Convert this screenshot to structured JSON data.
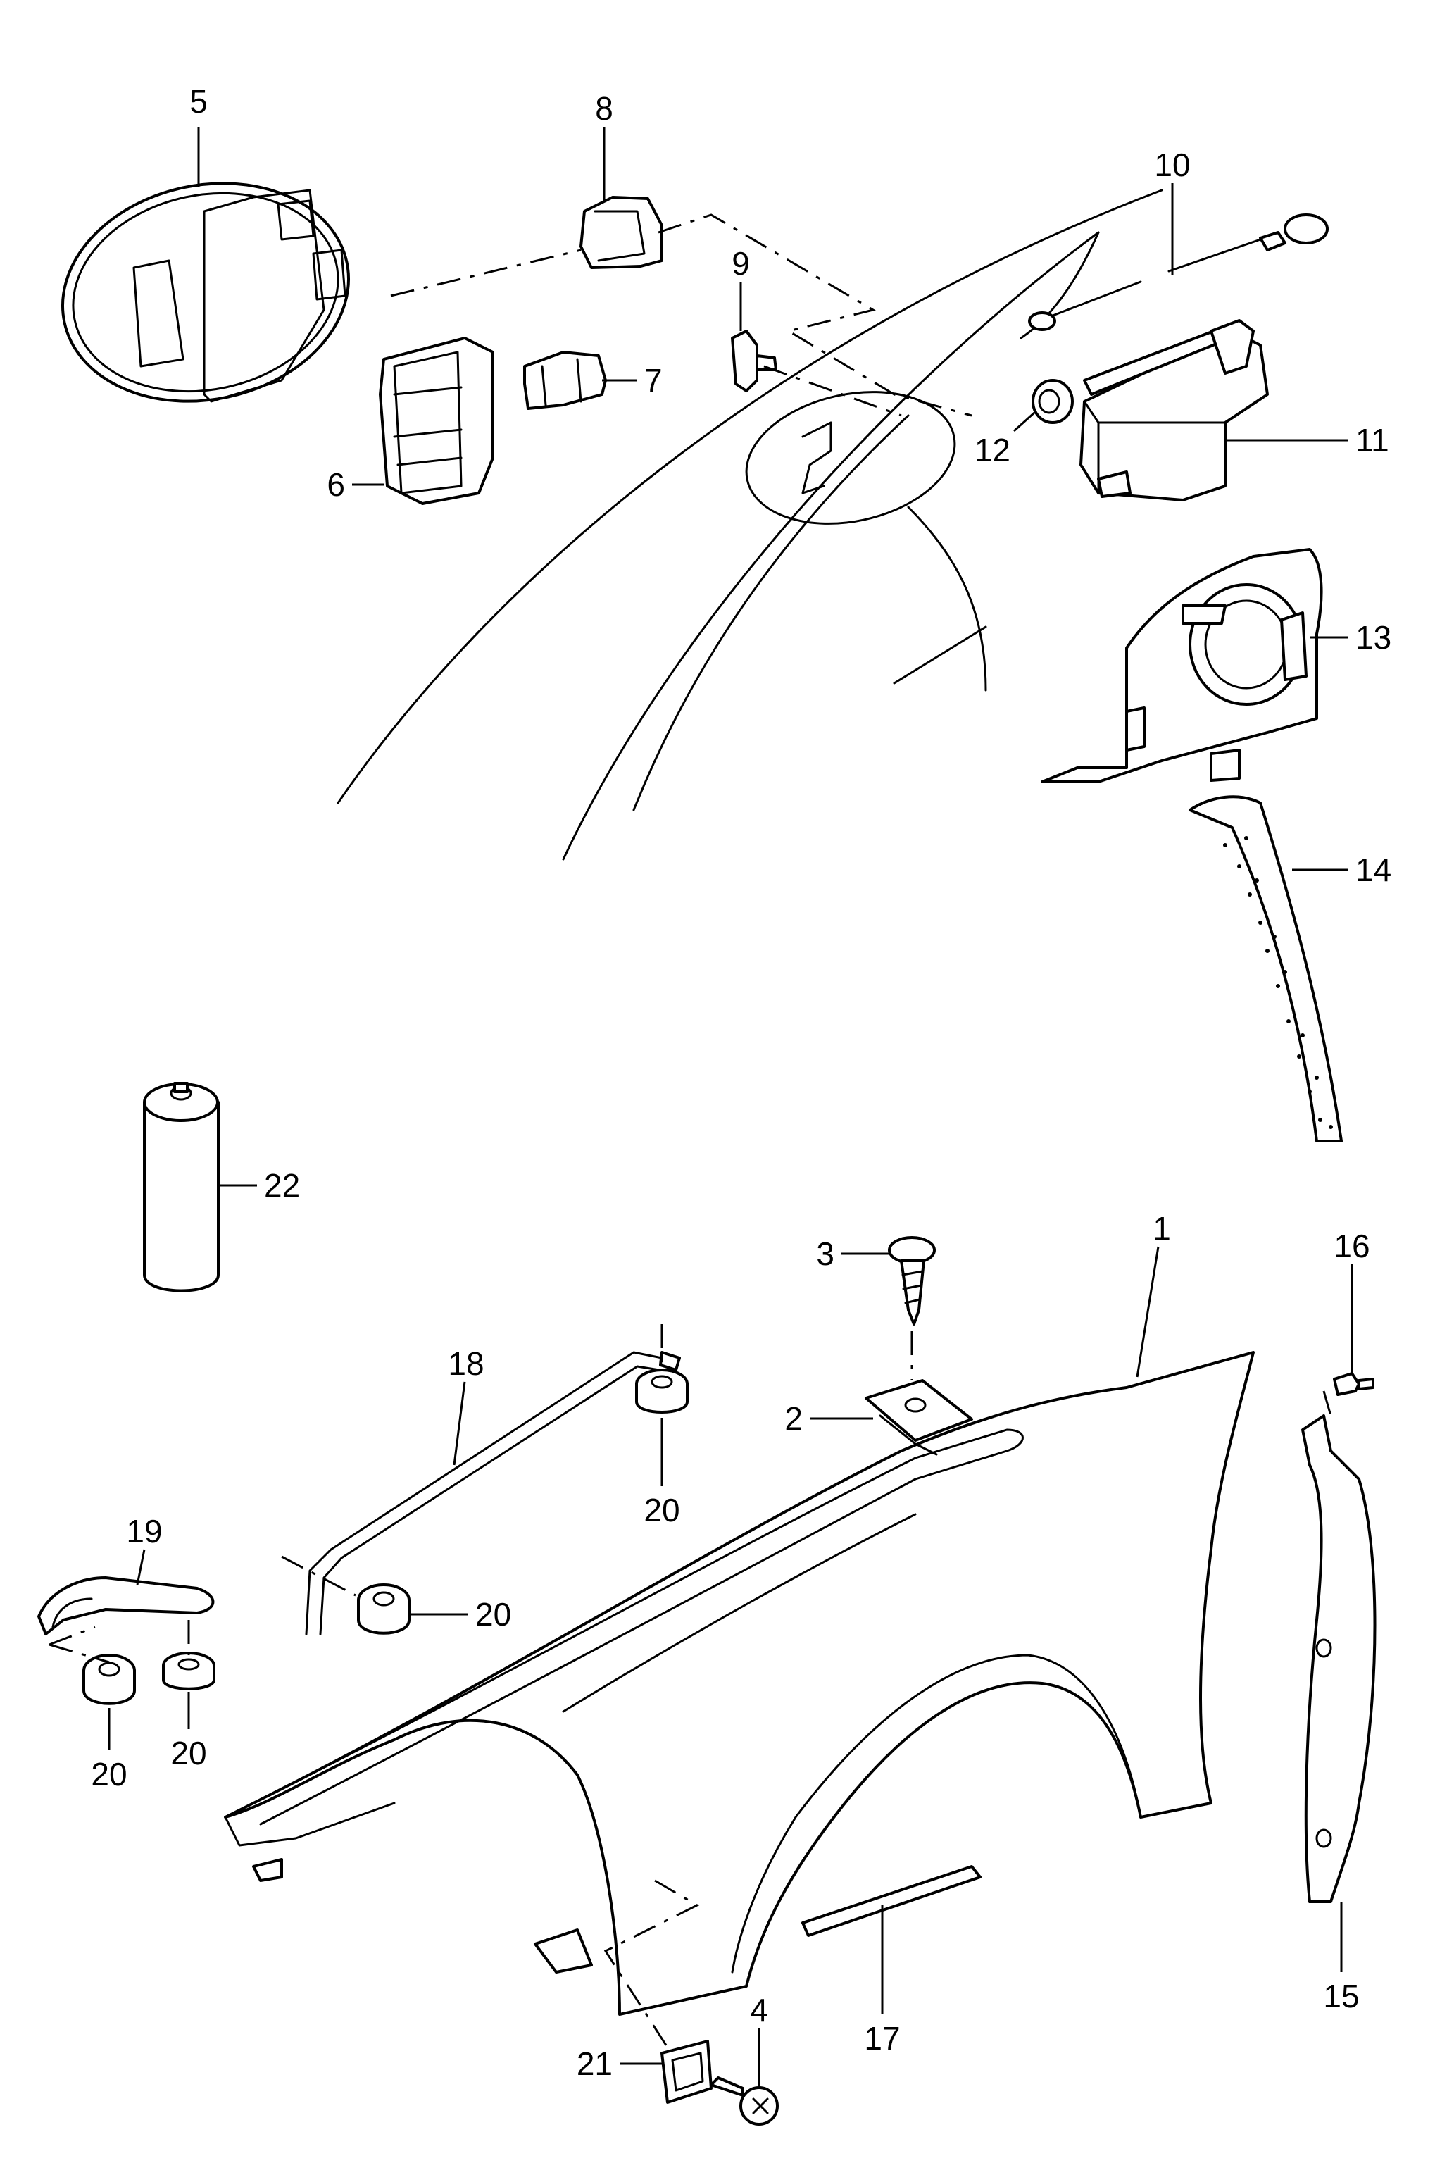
{
  "callouts": [
    {
      "id": "5",
      "text": "5"
    },
    {
      "id": "8",
      "text": "8"
    },
    {
      "id": "10",
      "text": "10"
    },
    {
      "id": "9",
      "text": "9"
    },
    {
      "id": "7",
      "text": "7"
    },
    {
      "id": "6",
      "text": "6"
    },
    {
      "id": "12",
      "text": "12"
    },
    {
      "id": "11",
      "text": "11"
    },
    {
      "id": "13",
      "text": "13"
    },
    {
      "id": "14",
      "text": "14"
    },
    {
      "id": "22",
      "text": "22"
    },
    {
      "id": "1",
      "text": "1"
    },
    {
      "id": "3",
      "text": "3"
    },
    {
      "id": "16",
      "text": "16"
    },
    {
      "id": "18",
      "text": "18"
    },
    {
      "id": "2",
      "text": "2"
    },
    {
      "id": "20a",
      "text": "20"
    },
    {
      "id": "19",
      "text": "19"
    },
    {
      "id": "20b",
      "text": "20"
    },
    {
      "id": "20c",
      "text": "20"
    },
    {
      "id": "20d",
      "text": "20"
    },
    {
      "id": "15",
      "text": "15"
    },
    {
      "id": "17",
      "text": "17"
    },
    {
      "id": "4",
      "text": "4"
    },
    {
      "id": "21",
      "text": "21"
    }
  ]
}
